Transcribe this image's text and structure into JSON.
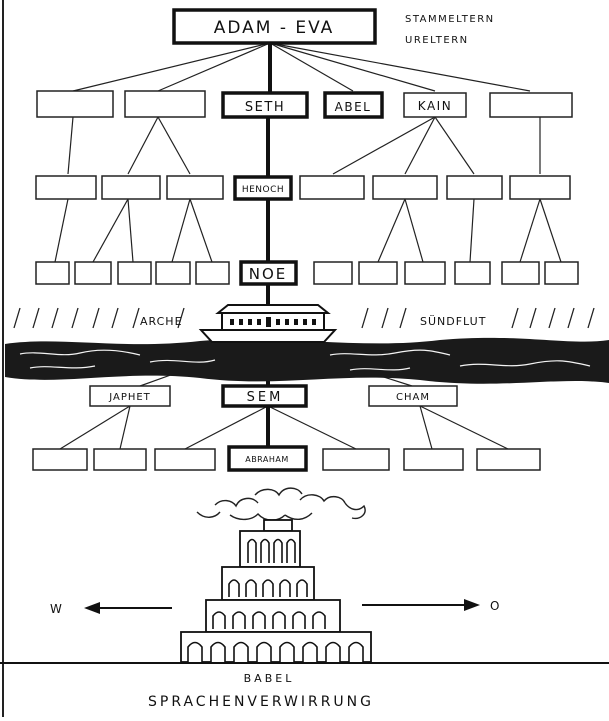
{
  "root": {
    "label": "ADAM - EVA",
    "note_line1": "STAMMELTERN",
    "note_line2": "URELTERN"
  },
  "generation1": {
    "seth": "SETH",
    "abel": "ABEL",
    "kain": "KAIN"
  },
  "generation2": {
    "henoch": "HENOCH"
  },
  "generation3": {
    "noe": "NOE"
  },
  "flood": {
    "ark_label": "ARCHE",
    "flood_label": "SÜNDFLUT"
  },
  "sons": {
    "japhet": "JAPHET",
    "sem": "SEM",
    "cham": "CHAM"
  },
  "next_gen": {
    "abraham": "ABRAHAM"
  },
  "babel": {
    "west": "W",
    "east": "O",
    "title": "BABEL",
    "subtitle": "SPRACHENVERWIRRUNG"
  }
}
